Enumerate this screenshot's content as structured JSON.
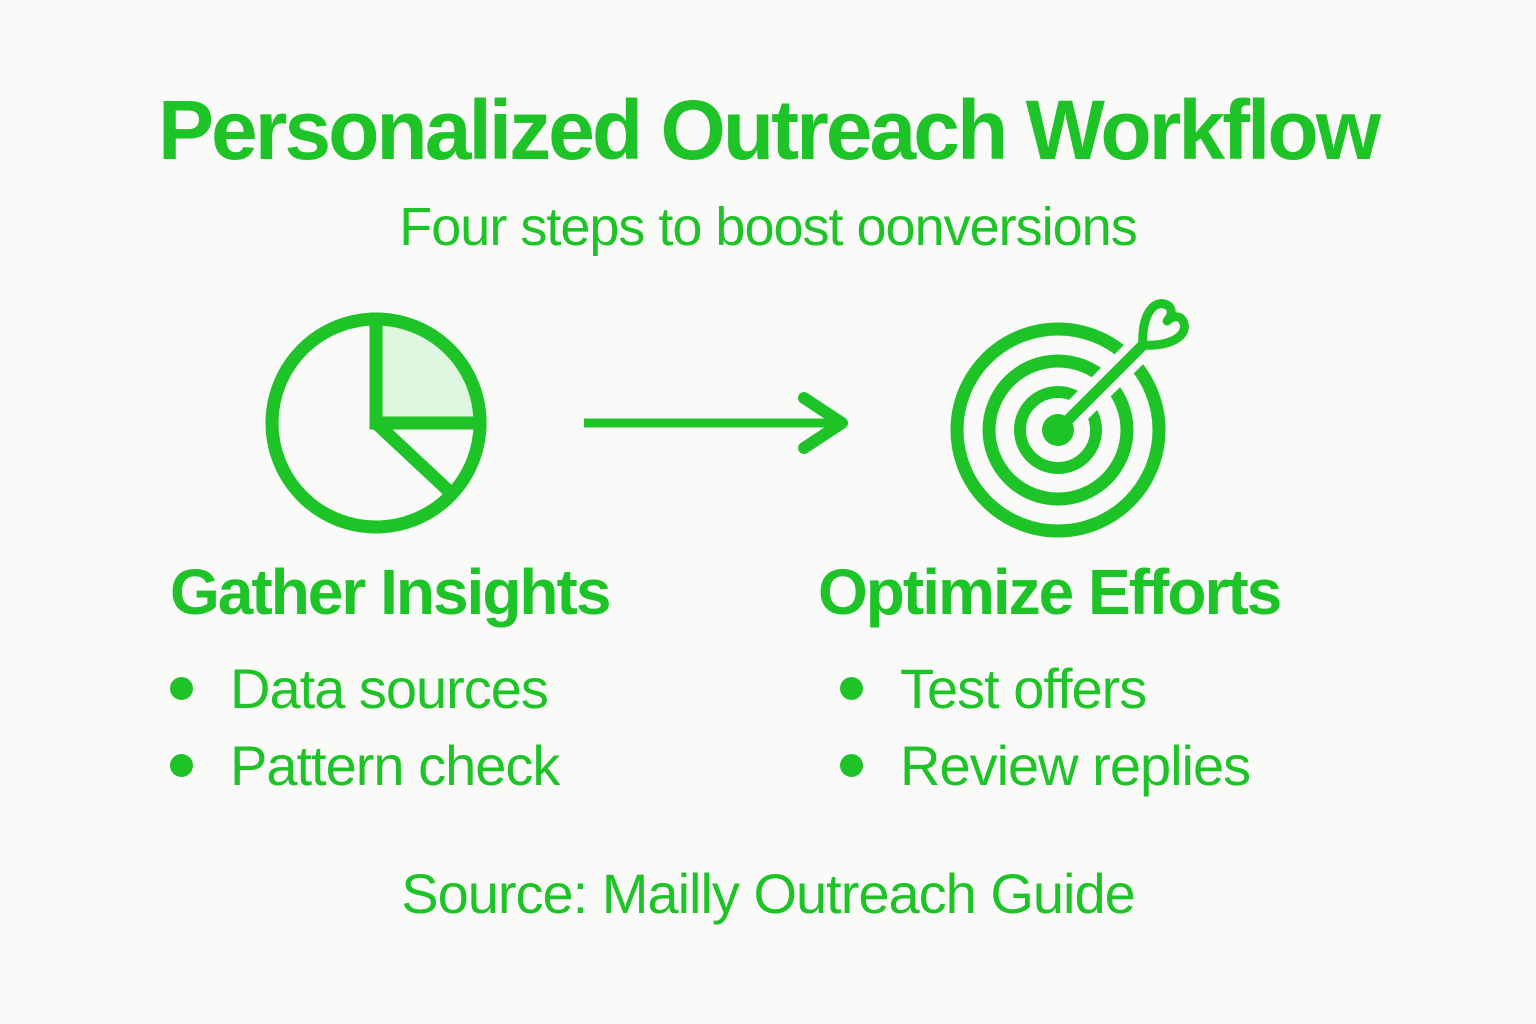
{
  "theme": {
    "accent_green": "#1ec427",
    "pie_slice_fill": "#def6e0",
    "background": "#fafaf8"
  },
  "header": {
    "title": "Personalized Outreach Workflow",
    "subtitle": "Four steps to boost oonversions"
  },
  "steps": [
    {
      "icon": "pie-chart-icon",
      "heading": "Gather Insights",
      "bullets": [
        "Data sources",
        "Pattern check"
      ]
    },
    {
      "icon": "target-dart-icon",
      "heading": "Optimize Efforts",
      "bullets": [
        "Test offers",
        "Review replies"
      ]
    }
  ],
  "connector": {
    "icon": "arrow-right-icon"
  },
  "footer": {
    "source": "Source: Mailly Outreach Guide"
  }
}
